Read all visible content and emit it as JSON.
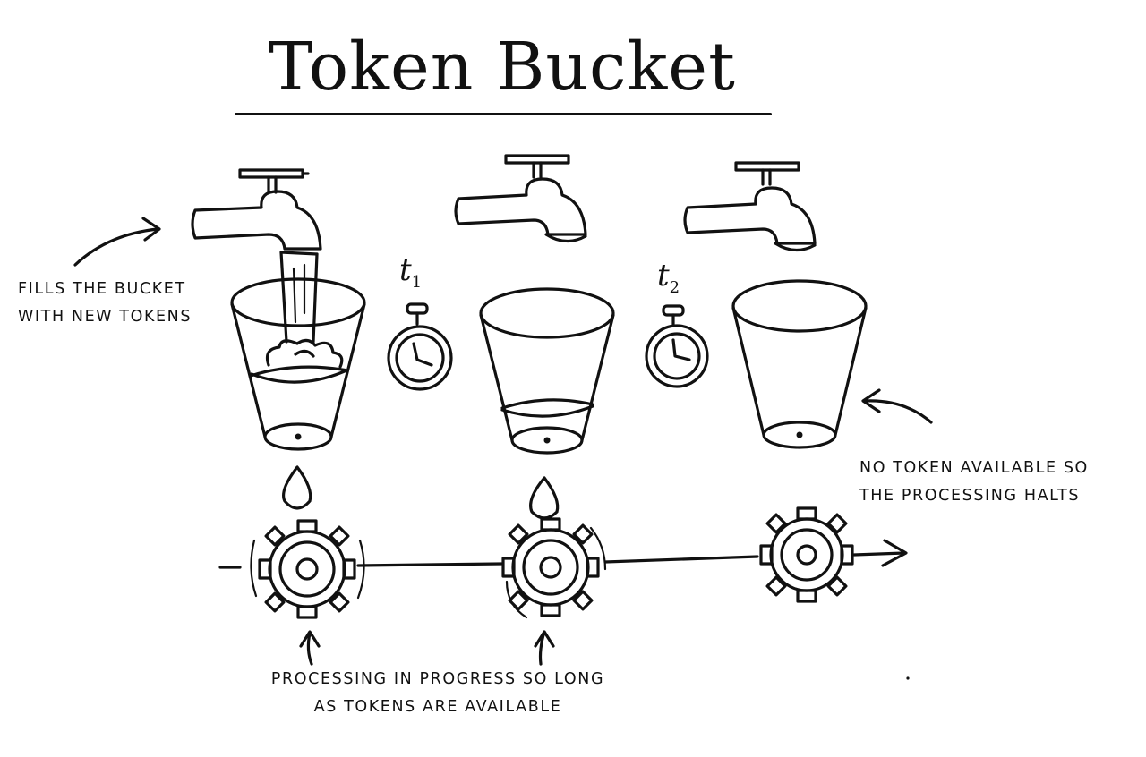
{
  "title": "Token Bucket",
  "labels": {
    "fills": [
      "FILLS THE BUCKET",
      "WITH NEW TOKENS"
    ],
    "halts": [
      "NO TOKEN AVAILABLE SO",
      "THE PROCESSING HALTS"
    ],
    "progress": [
      "PROCESSING IN PROGRESS SO LONG",
      "AS TOKENS ARE AVAILABLE"
    ]
  },
  "timers": [
    {
      "symbol": "t",
      "index": "1"
    },
    {
      "symbol": "t",
      "index": "2"
    }
  ],
  "buckets": [
    {
      "name": "full",
      "fill_level": 0.55,
      "tap_running": true,
      "token_drop": true,
      "gear_spinning": true
    },
    {
      "name": "partial",
      "fill_level": 0.3,
      "tap_running": false,
      "token_drop": true,
      "gear_spinning": true
    },
    {
      "name": "empty",
      "fill_level": 0.0,
      "tap_running": false,
      "token_drop": false,
      "gear_spinning": false
    }
  ],
  "icons": [
    "tap-icon",
    "bucket-icon",
    "stopwatch-icon",
    "token-drop-icon",
    "gear-icon",
    "arrow-icon"
  ]
}
